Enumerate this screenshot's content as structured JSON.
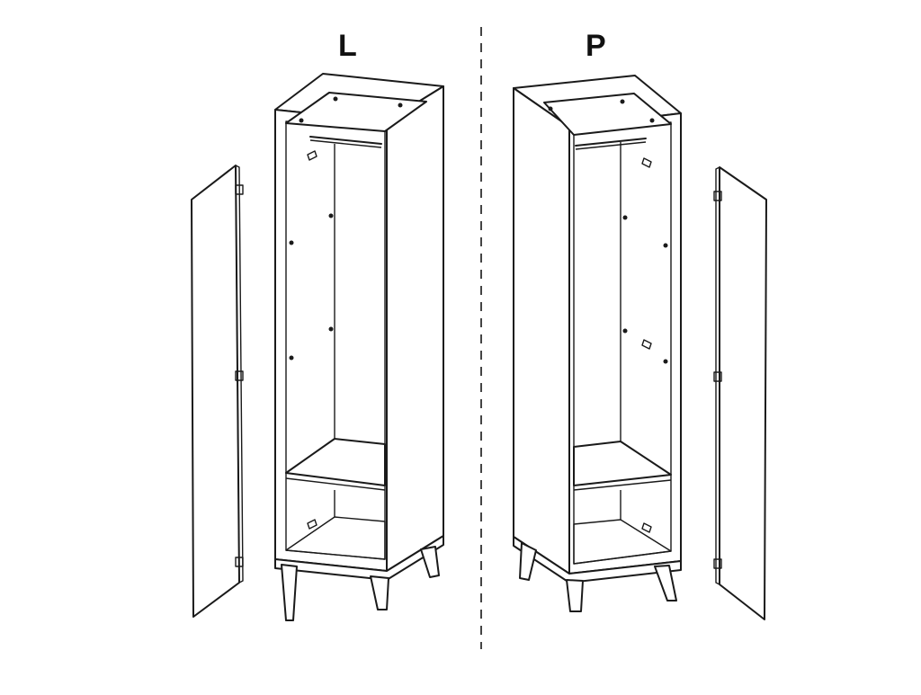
{
  "labels": {
    "left": "L",
    "right": "P"
  },
  "colors": {
    "line": "#1a1a1a",
    "background": "#ffffff"
  },
  "variants": [
    {
      "label": "L",
      "door_side": "left"
    },
    {
      "label": "P",
      "door_side": "right"
    }
  ]
}
